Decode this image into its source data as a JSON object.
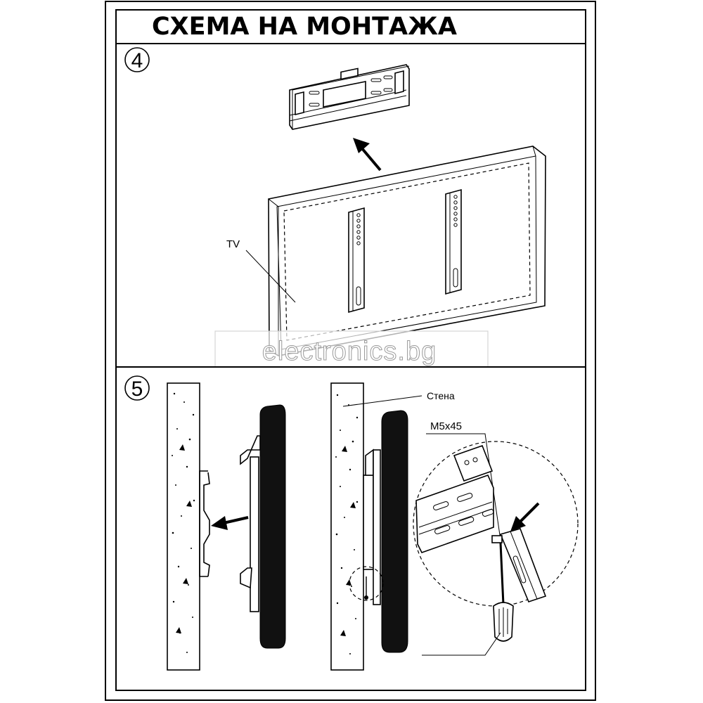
{
  "title": "СХЕМА НА МОНТАЖА",
  "steps": [
    {
      "number": "4",
      "labels": {
        "tv": "TV"
      }
    },
    {
      "number": "5",
      "labels": {
        "wall": "Стена",
        "screw": "M5x45"
      }
    }
  ],
  "watermark": "electronics.bg"
}
